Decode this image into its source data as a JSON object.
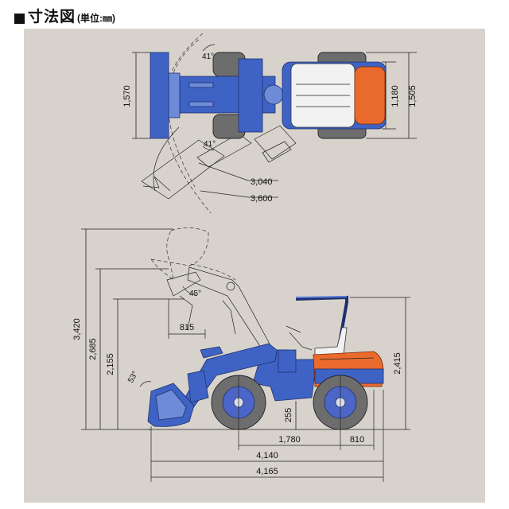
{
  "heading": {
    "title": "寸法図",
    "unit": "(単位:㎜)"
  },
  "top_view": {
    "dims": {
      "blade_width": "1,570",
      "tread": "1,180",
      "overall_width": "1,505",
      "turning_radius_inner": "3,040",
      "turning_radius_outer": "3,600"
    },
    "angles": {
      "steer_left": "41°",
      "steer_right": "41°"
    }
  },
  "side_view": {
    "dims": {
      "max_lift_height": "3,420",
      "hinge_pin_height": "2,685",
      "dump_clearance": "2,155",
      "dump_reach": "815",
      "overall_height": "2,415",
      "ground_clearance": "255",
      "wheelbase": "1,780",
      "rear_overhang": "810",
      "overall_length_1": "4,140",
      "overall_length_2": "4,165"
    },
    "angles": {
      "dump_angle": "45°",
      "rollback_angle": "53°"
    }
  },
  "colors": {
    "machine_body": "#3f63c4",
    "engine_hood": "#e96a2c",
    "tires": "#6d6d6d",
    "background_panel": "#d7d3cc"
  }
}
